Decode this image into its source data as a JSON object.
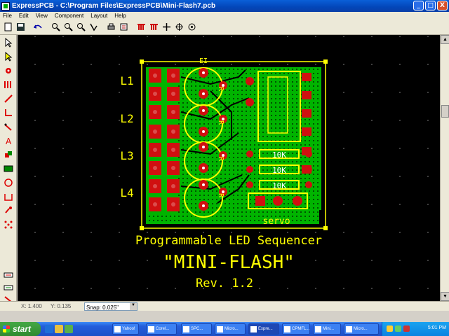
{
  "window": {
    "title": "ExpressPCB - C:\\Program Files\\ExpressPCB\\Mini-Flash7.pcb",
    "controls": [
      "_",
      "□",
      "X"
    ]
  },
  "menu": {
    "items": [
      "File",
      "Edit",
      "View",
      "Component",
      "Layout",
      "Help"
    ]
  },
  "toolbar": {
    "icons": [
      "new-icon",
      "save-icon",
      "undo-icon",
      "zoom-in-icon",
      "zoom-out-icon",
      "zoom-fit-icon",
      "zoom-prev-icon",
      "print-icon",
      "properties-icon",
      "component-icon",
      "part-icon",
      "pad-icon",
      "move-icon",
      "center-icon"
    ]
  },
  "palette": {
    "tools": [
      "select-tool",
      "pointer-tool",
      "pad-tool",
      "component-tool",
      "trace-tool",
      "corner-tool",
      "diagonal-tool",
      "text-tool",
      "square-pad-tool",
      "filled-plane-tool",
      "circle-tool",
      "rectangle-tool",
      "marker-tool",
      "dimension-tool",
      "layer-tool",
      "layer-tool-2",
      "layer-tool-3"
    ]
  },
  "pcb": {
    "led_labels": [
      "L1",
      "L2",
      "L3",
      "L4"
    ],
    "r_labels": [
      "R",
      "R",
      "R",
      "R"
    ],
    "resistor_labels": [
      "10K",
      "10K",
      "10K"
    ],
    "servo_label": "servo",
    "top_pad_label": "EI",
    "subtitle": "Programmable LED Sequencer",
    "title": "\"MINI-FLASH\"",
    "revision": "Rev. 1.2",
    "colors": {
      "board": "#000000",
      "copper": "#00b400",
      "pad": "#d01010",
      "silk": "#ffff00"
    }
  },
  "statusbar": {
    "x": "X: 1.400",
    "y": "Y: 0.135",
    "snap": "Snap: 0.025\""
  },
  "taskbar": {
    "start": "start",
    "items": [
      "Yahoo!",
      "Corel...",
      "SPC...",
      "Micro...",
      "Expre...",
      "CPMFL...",
      "Mini...",
      "Micro..."
    ],
    "clock": "5:01 PM"
  }
}
